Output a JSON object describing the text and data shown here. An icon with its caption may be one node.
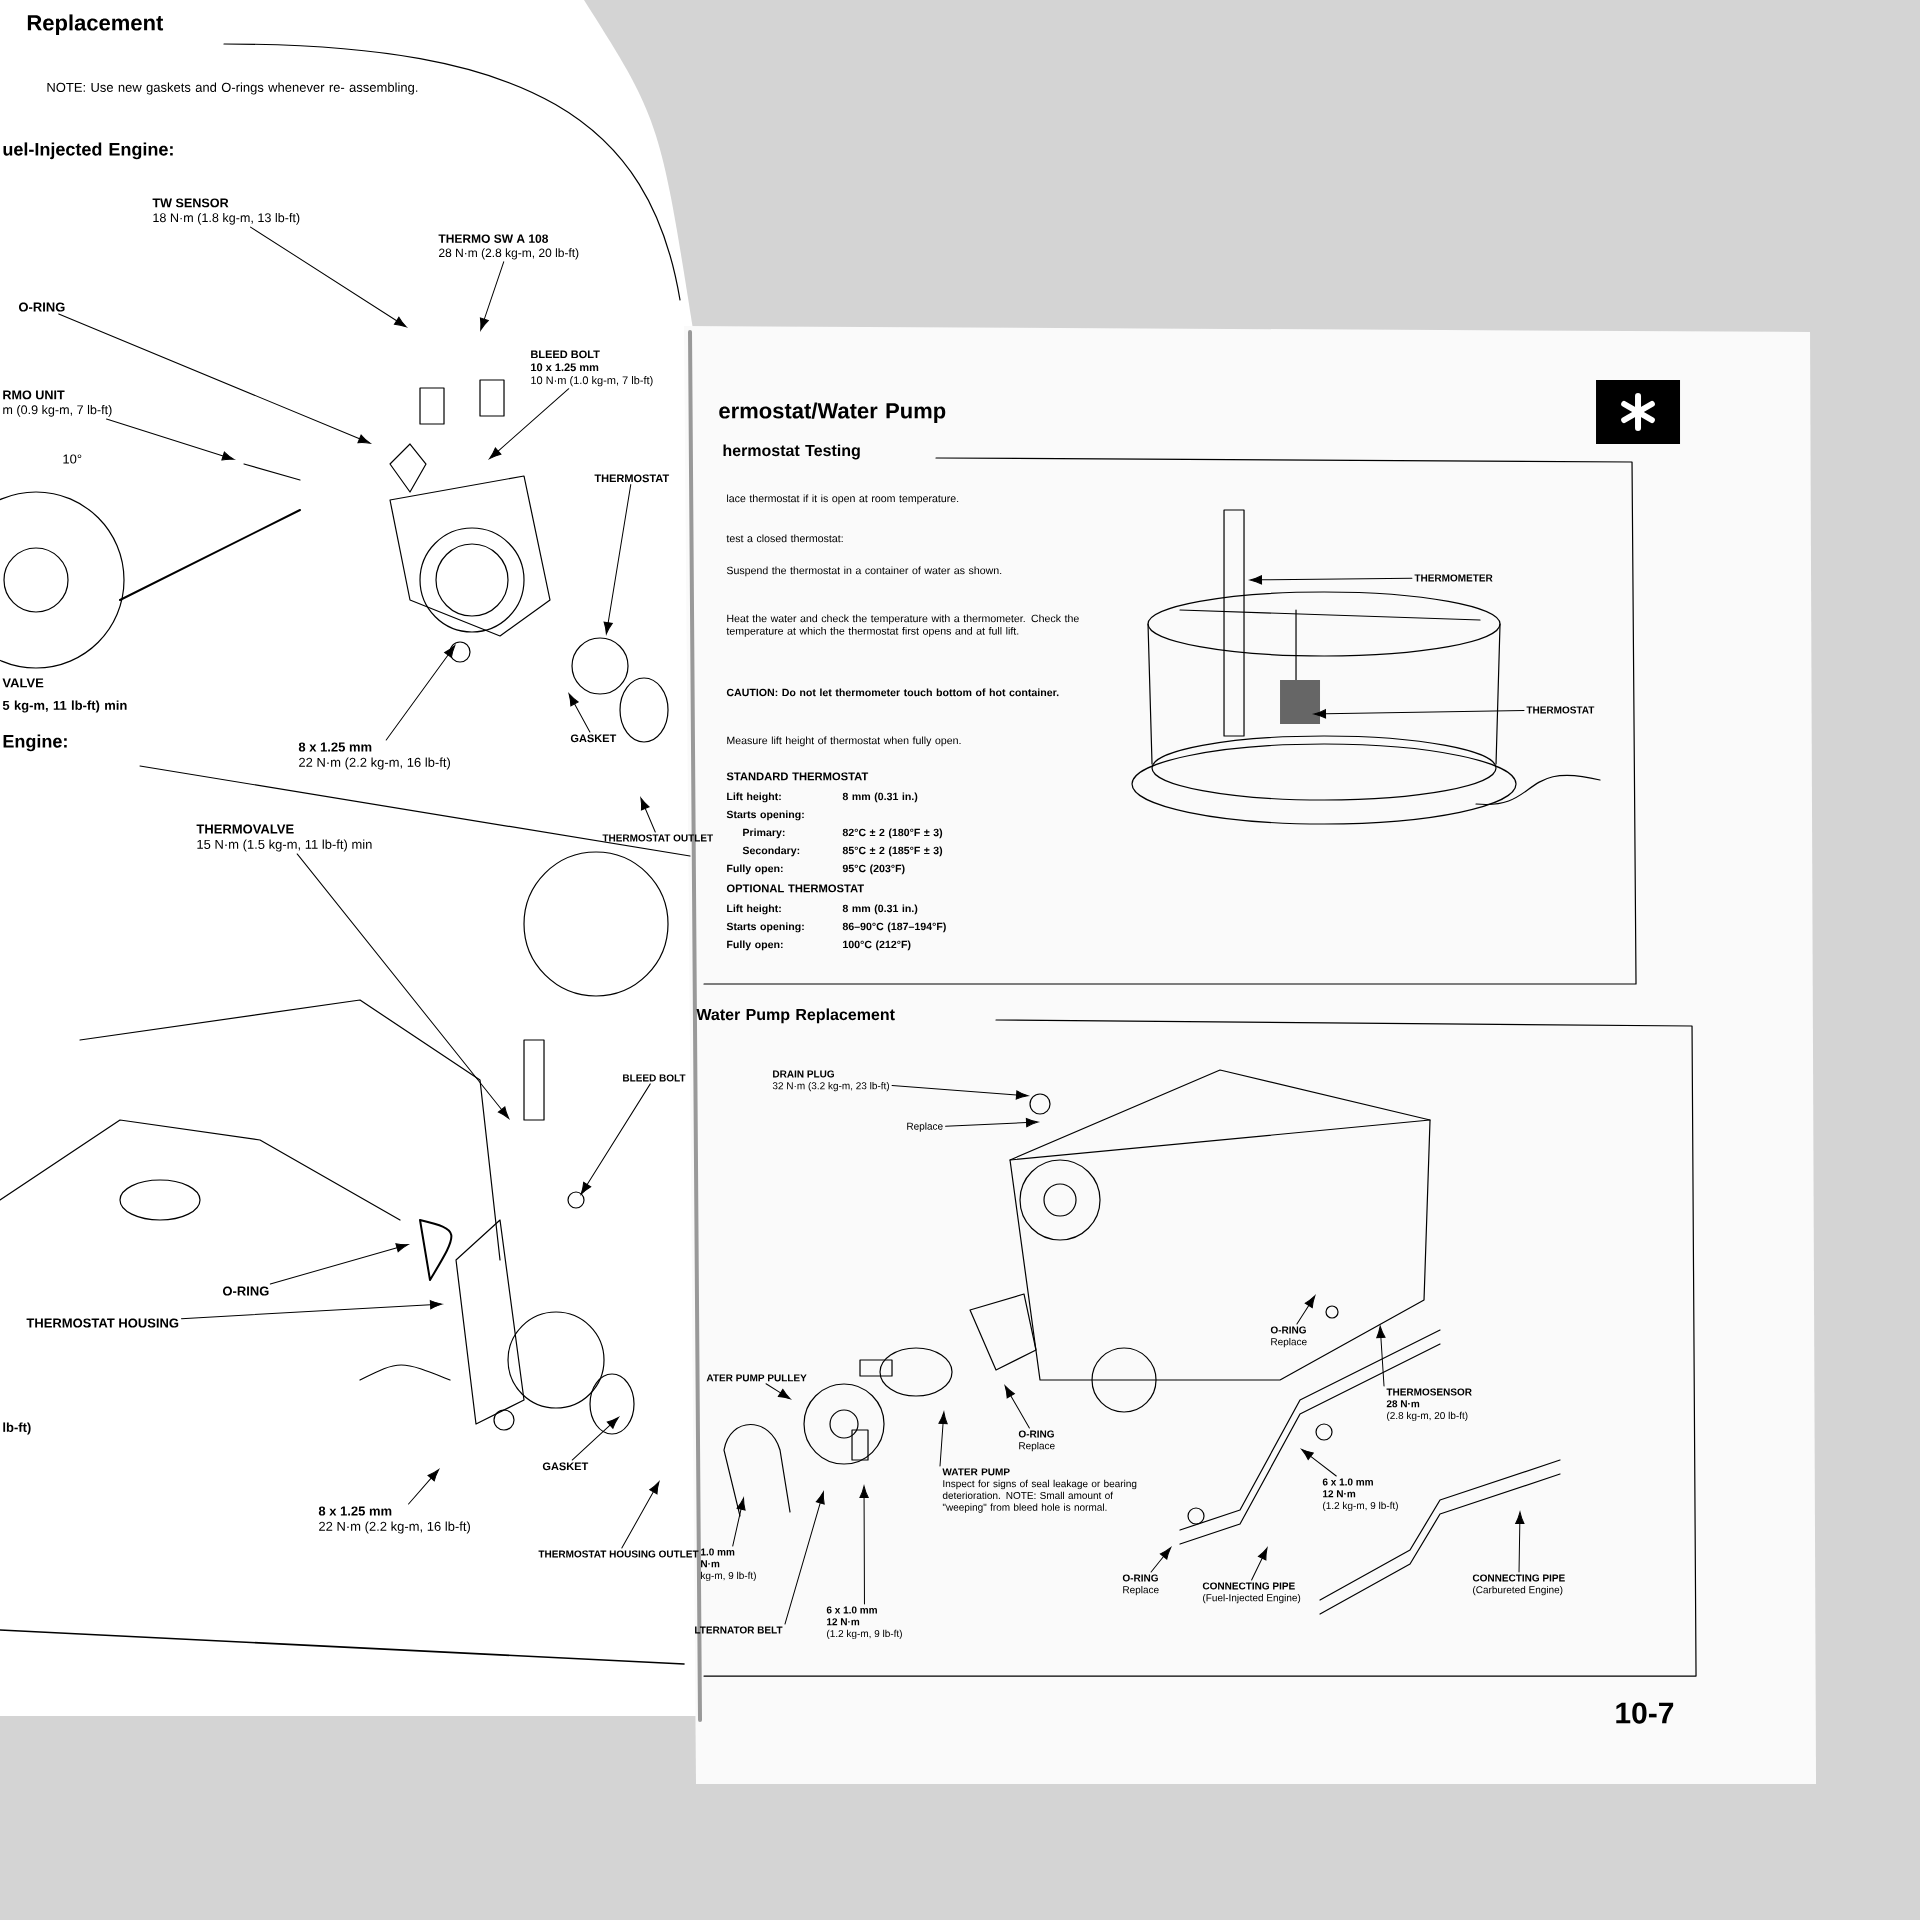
{
  "diagram": {
    "nodes": [
      {
        "text": [
          "TW SENSOR",
          "18 N·m (1.8 kg-m, 13 lb-ft)"
        ]
      },
      {
        "text": [
          "THERMO SW A 108",
          "28 N·m (2.8 kg-m, 20 lb-ft)"
        ]
      },
      {
        "text": [
          "BLEED BOLT",
          "10 x 1.25 mm",
          "10 N·m (1.0 kg-m, 7 lb-ft)"
        ]
      },
      {
        "text": [
          "O-RING"
        ]
      },
      {
        "text": [
          "RMO UNIT",
          "m (0.9 kg-m, 7 lb-ft)"
        ]
      },
      {
        "text": [
          "THERMOSTAT"
        ]
      },
      {
        "text": [
          "GASKET"
        ]
      },
      {
        "text": [
          "8 x 1.25 mm",
          "22 N·m (2.2 kg-m, 16 lb-ft)"
        ]
      },
      {
        "text": [
          "THERMOSTAT OUTLET"
        ]
      },
      {
        "text": [
          "THERMOVALVE",
          "15 N·m (1.5 kg-m, 11 lb-ft) min"
        ]
      },
      {
        "text": [
          "BLEED BOLT"
        ]
      },
      {
        "text": [
          "O-RING"
        ]
      },
      {
        "text": [
          "THERMOSTAT HOUSING"
        ]
      },
      {
        "text": [
          "GASKET"
        ]
      },
      {
        "text": [
          "8 x 1.25 mm",
          "22 N·m (2.2 kg-m, 16 lb-ft)"
        ]
      },
      {
        "text": [
          "THERMOSTAT HOUSING OUTLET"
        ]
      },
      {
        "text": [
          "THERMOMETER"
        ]
      },
      {
        "text": [
          "THERMOSTAT"
        ]
      },
      {
        "text": [
          "DRAIN PLUG",
          "32 N·m (3.2 kg-m, 23 lb-ft)"
        ]
      },
      {
        "text": [
          "Replace"
        ]
      },
      {
        "text": [
          "ATER PUMP PULLEY"
        ]
      },
      {
        "text": [
          "O-RING",
          "Replace"
        ]
      },
      {
        "text": [
          "WATER PUMP",
          "Inspect for signs of seal leakage or bearing deterioration. NOTE: Small amount of \"weeping\" from bleed hole is normal."
        ]
      },
      {
        "text": [
          "1.0 mm",
          "N·m",
          "kg-m, 9 lb-ft)"
        ]
      },
      {
        "text": [
          "LTERNATOR BELT"
        ]
      },
      {
        "text": [
          "6 x 1.0 mm",
          "12 N·m",
          "(1.2 kg-m, 9 lb-ft)"
        ]
      },
      {
        "text": [
          "O-RING",
          "Replace"
        ]
      },
      {
        "text": [
          "THERMOSENSOR",
          "28 N·m",
          "(2.8 kg-m, 20 lb-ft)"
        ]
      },
      {
        "text": [
          "6 x 1.0 mm",
          "12 N·m",
          "(1.2 kg-m, 9 lb-ft)"
        ]
      },
      {
        "text": [
          "O-RING",
          "Replace"
        ]
      },
      {
        "text": [
          "CONNECTING PIPE",
          "(Fuel-Injected Engine)"
        ]
      },
      {
        "text": [
          "CONNECTING PIPE",
          "(Carbureted Engine)"
        ]
      }
    ],
    "edges": [
      {
        "from": 0,
        "to": null,
        "arrow": "to"
      },
      {
        "from": 1,
        "to": null,
        "arrow": "to"
      },
      {
        "from": 2,
        "to": null,
        "arrow": "to"
      },
      {
        "from": 3,
        "to": null,
        "arrow": "to"
      },
      {
        "from": 4,
        "to": null,
        "arrow": "to"
      },
      {
        "from": 5,
        "to": null,
        "arrow": "to"
      },
      {
        "from": 6,
        "to": null,
        "arrow": "to"
      },
      {
        "from": 7,
        "to": null,
        "arrow": "to"
      },
      {
        "from": 8,
        "to": null,
        "arrow": "to"
      },
      {
        "from": 9,
        "to": null,
        "arrow": "to"
      },
      {
        "from": 10,
        "to": null,
        "arrow": "to"
      },
      {
        "from": 11,
        "to": null,
        "arrow": "to"
      },
      {
        "from": 12,
        "to": null,
        "arrow": "to"
      },
      {
        "from": 13,
        "to": null,
        "arrow": "to"
      },
      {
        "from": 14,
        "to": null,
        "arrow": "to"
      },
      {
        "from": 15,
        "to": null,
        "arrow": "to"
      },
      {
        "from": 16,
        "to": null,
        "arrow": "to"
      },
      {
        "from": 17,
        "to": null,
        "arrow": "to"
      },
      {
        "from": 18,
        "to": null,
        "arrow": "to"
      },
      {
        "from": 19,
        "to": null,
        "arrow": "to"
      },
      {
        "from": 20,
        "to": null,
        "arrow": "to"
      },
      {
        "from": 21,
        "to": null,
        "arrow": "to"
      },
      {
        "from": 22,
        "to": null,
        "arrow": "to"
      },
      {
        "from": 23,
        "to": null,
        "arrow": "to"
      },
      {
        "from": 24,
        "to": null,
        "arrow": "to"
      },
      {
        "from": 25,
        "to": null,
        "arrow": "to"
      },
      {
        "from": 26,
        "to": null,
        "arrow": "to"
      },
      {
        "from": 27,
        "to": null,
        "arrow": "to"
      },
      {
        "from": 28,
        "to": null,
        "arrow": "to"
      },
      {
        "from": 29,
        "to": null,
        "arrow": "to"
      },
      {
        "from": 30,
        "to": null,
        "arrow": "to"
      },
      {
        "from": 31,
        "to": null,
        "arrow": "to"
      }
    ],
    "labels": [
      "Replacement",
      "NOTE: Use new gaskets and O-rings whenever re- assembling.",
      "uel-Injected Engine:",
      "10°",
      "VALVE",
      "5 kg-m, 11 lb-ft) min",
      "Engine:",
      "lb-ft)",
      "ermostat/Water Pump",
      "hermostat Testing",
      "lace thermostat if it is open at room temperature.",
      "test a closed thermostat:",
      "Suspend the thermostat in a container of water as shown.",
      "Heat the water and check the temperature with a thermometer. Check the temperature at which the thermostat first opens and at full lift.",
      "CAUTION: Do not let thermometer touch bottom of hot container.",
      "Measure lift height of thermostat when fully open.",
      "STANDARD THERMOSTAT",
      "Lift height:",
      "8 mm (0.31 in.)",
      "Starts opening:",
      "Primary:",
      "82°C ± 2 (180°F ± 3)",
      "Secondary:",
      "85°C ± 2 (185°F ± 3)",
      "Fully open:",
      "95°C (203°F)",
      "OPTIONAL THERMOSTAT",
      "Lift height:",
      "8 mm (0.31 in.)",
      "Starts opening:",
      "86–90°C (187–194°F)",
      "Fully open:",
      "100°C (212°F)",
      "Water Pump Replacement",
      "10-7"
    ]
  }
}
